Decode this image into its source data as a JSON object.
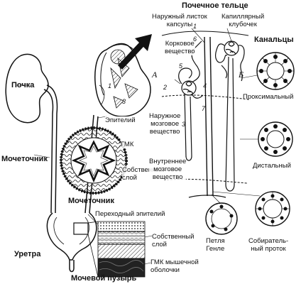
{
  "labels": {
    "kidney": "Почка",
    "ureter_left": "Мочеточник",
    "ureter_center": "Мочеточник",
    "urethra": "Уретра",
    "bladder": "Мочевой пузырь",
    "epithelium": "Эпителий",
    "smc": "ГМК",
    "lamina_propria": "Собственный\nслой",
    "transitional_epithelium": "Переходный эпителий",
    "lamina_propria_2": "Собственный\nслой",
    "smc_muscular": "ГМК мышечной\nоболочки",
    "renal_corpuscle": "Почечное тельце",
    "outer_capsule": "Наружный листок\nкапсулы",
    "capillary_glomerulus": "Капиллярный\nклубочек",
    "cortex": "Корковое\nвещество",
    "outer_medulla": "Наружное\nмозговое\nвещество",
    "inner_medulla": "Внутреннее\nмозговое\nвещество",
    "tubules": "Канальцы",
    "proximal": "Проксимальный",
    "distal": "Дистальный",
    "henle": "Петля\nГенле",
    "collecting_duct": "Собиратель-\nный проток",
    "label_A": "А",
    "label_B": "Б"
  },
  "numbers": [
    "1",
    "2",
    "3",
    "4",
    "5",
    "6",
    "7",
    "1",
    "3"
  ]
}
